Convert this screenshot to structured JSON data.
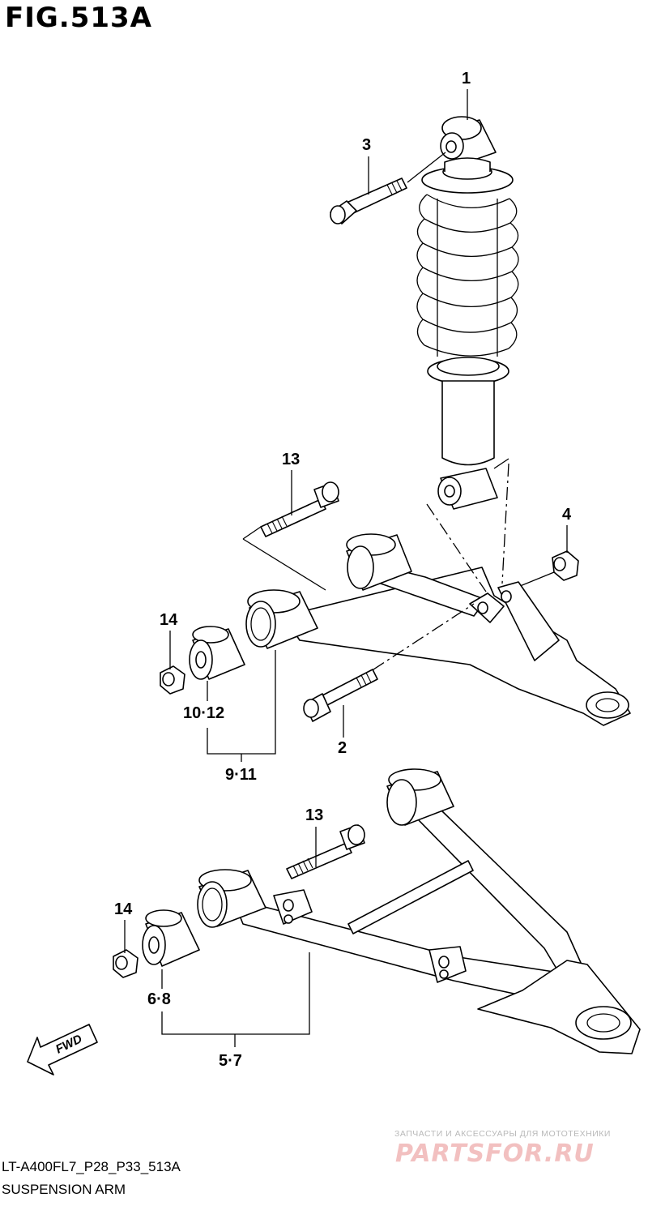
{
  "figure": {
    "title": "FIG.513A",
    "code": "LT-A400FL7_P28_P33_513A",
    "caption": "SUSPENSION ARM"
  },
  "callouts": [
    "1",
    "3",
    "13",
    "4",
    "14",
    "10·12",
    "2",
    "9·11",
    "13",
    "14",
    "6·8",
    "5·7"
  ],
  "direction_marker": {
    "label": "FWD"
  },
  "watermark": {
    "tagline": "ЗАПЧАСТИ И АКСЕССУАРЫ ДЛЯ МОТОТЕХНИКИ",
    "brand": "PARTSFOR.RU"
  }
}
